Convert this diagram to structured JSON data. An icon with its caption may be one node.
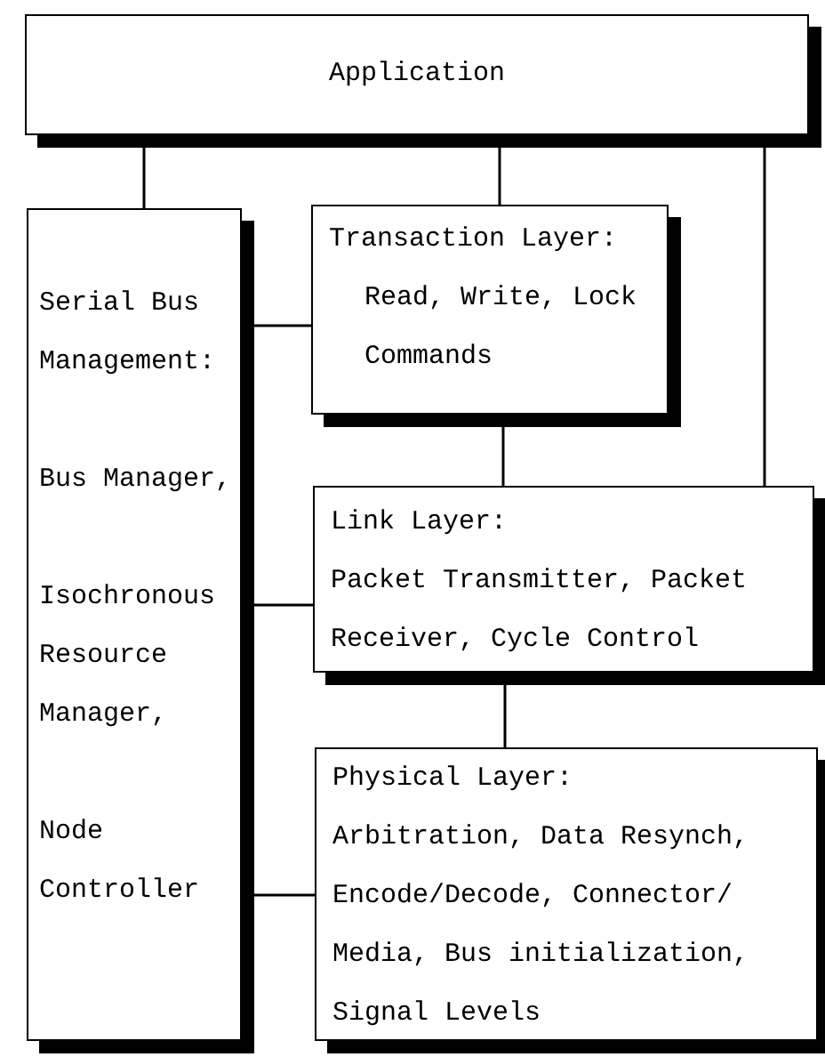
{
  "diagram": {
    "nodes": [
      {
        "text": [
          "Application"
        ]
      },
      {
        "text": [
          "Serial Bus Management:",
          "Bus Manager,",
          "Isochronous Resource Manager,",
          "Node Controller"
        ]
      },
      {
        "text": [
          "Transaction Layer:",
          "Read, Write, Lock Commands"
        ]
      },
      {
        "text": [
          "Link Layer:",
          "Packet Transmitter, Packet Receiver, Cycle Control"
        ]
      },
      {
        "text": [
          "Physical Layer:",
          "Arbitration, Data Resynch, Encode/Decode, Connector/ Media, Bus initialization, Signal Levels"
        ]
      }
    ],
    "edges": [
      {
        "from": 0,
        "to": 1,
        "arrow": "none"
      },
      {
        "from": 0,
        "to": 2,
        "arrow": "none"
      },
      {
        "from": 0,
        "to": 3,
        "arrow": "none"
      },
      {
        "from": 1,
        "to": 2,
        "arrow": "none"
      },
      {
        "from": 2,
        "to": 3,
        "arrow": "none"
      },
      {
        "from": 1,
        "to": 3,
        "arrow": "none"
      },
      {
        "from": 3,
        "to": 4,
        "arrow": "none"
      },
      {
        "from": 1,
        "to": 4,
        "arrow": "none"
      }
    ]
  }
}
